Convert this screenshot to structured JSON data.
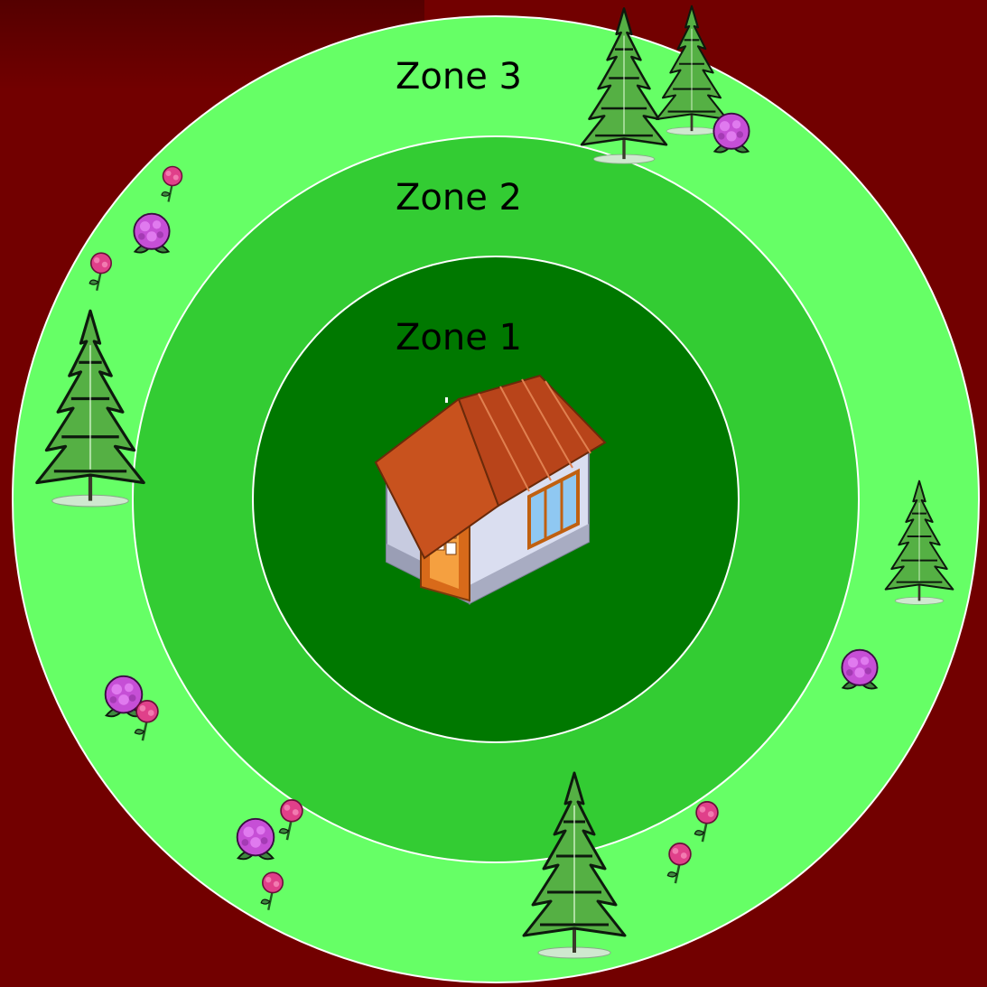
{
  "diagram": {
    "zones": [
      {
        "label": "Zone 1",
        "color": "#007800"
      },
      {
        "label": "Zone 2",
        "color": "#33cc33"
      },
      {
        "label": "Zone 3",
        "color": "#66ff66"
      }
    ],
    "background_color": "#720000",
    "ring_stroke_color": "#ffffff",
    "center_icon": "house-icon",
    "decorations": [
      "pine-tree-icon",
      "flower-icon"
    ]
  }
}
